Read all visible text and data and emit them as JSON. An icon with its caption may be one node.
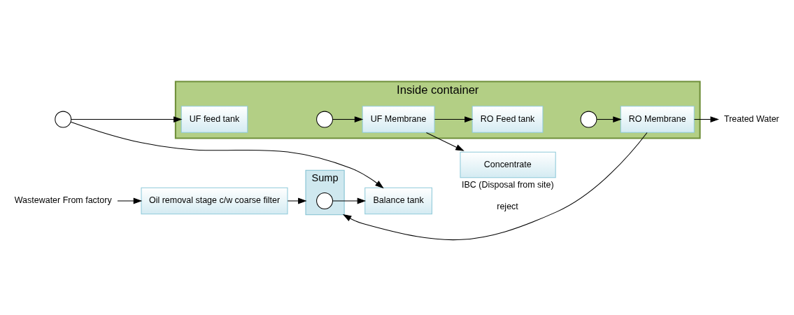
{
  "diagram": {
    "nodes": [
      {
        "text": [
          "Inside container"
        ]
      },
      {
        "text": [
          "UF feed tank"
        ],
        "in": 0
      },
      {
        "text": [],
        "shape": "circle",
        "in": 0
      },
      {
        "text": [
          "UF Membrane"
        ],
        "in": 0
      },
      {
        "text": [
          "RO Feed tank"
        ],
        "in": 0
      },
      {
        "text": [],
        "shape": "circle",
        "in": 0
      },
      {
        "text": [
          "RO Membrane"
        ],
        "in": 0
      },
      {
        "text": [
          "Balance tank"
        ]
      },
      {
        "text": [],
        "shape": "circle"
      },
      {
        "text": [
          "Wastewater From factory"
        ]
      },
      {
        "text": [
          "Oil removal stage c/w coarse filter"
        ]
      },
      {
        "text": [
          "Sump"
        ]
      },
      {
        "text": [],
        "shape": "circle",
        "in": 11
      },
      {
        "text": [
          "Treated Water"
        ]
      },
      {
        "text": [
          "Concentrate"
        ],
        "beside": [
          "IBC (Disposal from site)"
        ]
      }
    ],
    "edges": [
      {
        "from": 9,
        "to": 10,
        "arrow": "to"
      },
      {
        "from": 10,
        "to": 11,
        "arrow": "to"
      },
      {
        "from": 12,
        "to": 7,
        "arrow": "to"
      },
      {
        "from": 8,
        "to": 7,
        "arrow": "to"
      },
      {
        "from": 8,
        "to": 1,
        "arrow": "to"
      },
      {
        "from": 2,
        "to": 3,
        "arrow": "to"
      },
      {
        "from": 3,
        "to": 4,
        "arrow": "to"
      },
      {
        "from": 5,
        "to": 6,
        "arrow": "to"
      },
      {
        "from": 6,
        "to": 13,
        "arrow": "to"
      },
      {
        "from": 6,
        "to": 11,
        "arrow": "to",
        "label": "reject"
      },
      {
        "from": 3,
        "to": 14,
        "arrow": "to"
      }
    ]
  }
}
